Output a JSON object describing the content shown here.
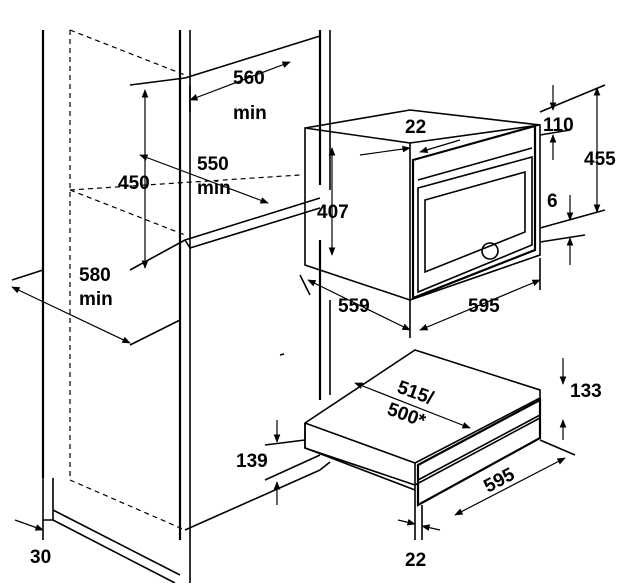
{
  "dimensions": {
    "top_niche_width": "560",
    "top_niche_width_min": "min",
    "niche_depth": "550",
    "niche_depth_min": "min",
    "niche_height": "450",
    "cabinet_depth": "580",
    "cabinet_depth_min": "min",
    "plinth": "30",
    "oven_top_gap": "22",
    "oven_top": "110",
    "oven_total_height": "455",
    "oven_body_height": "407",
    "oven_bottom_gap": "6",
    "oven_depth": "559",
    "oven_width": "595",
    "drawer_depth_line1": "515/",
    "drawer_depth_line2": "500*",
    "drawer_height": "133",
    "drawer_side_height": "139",
    "drawer_width": "595",
    "drawer_front": "22"
  }
}
